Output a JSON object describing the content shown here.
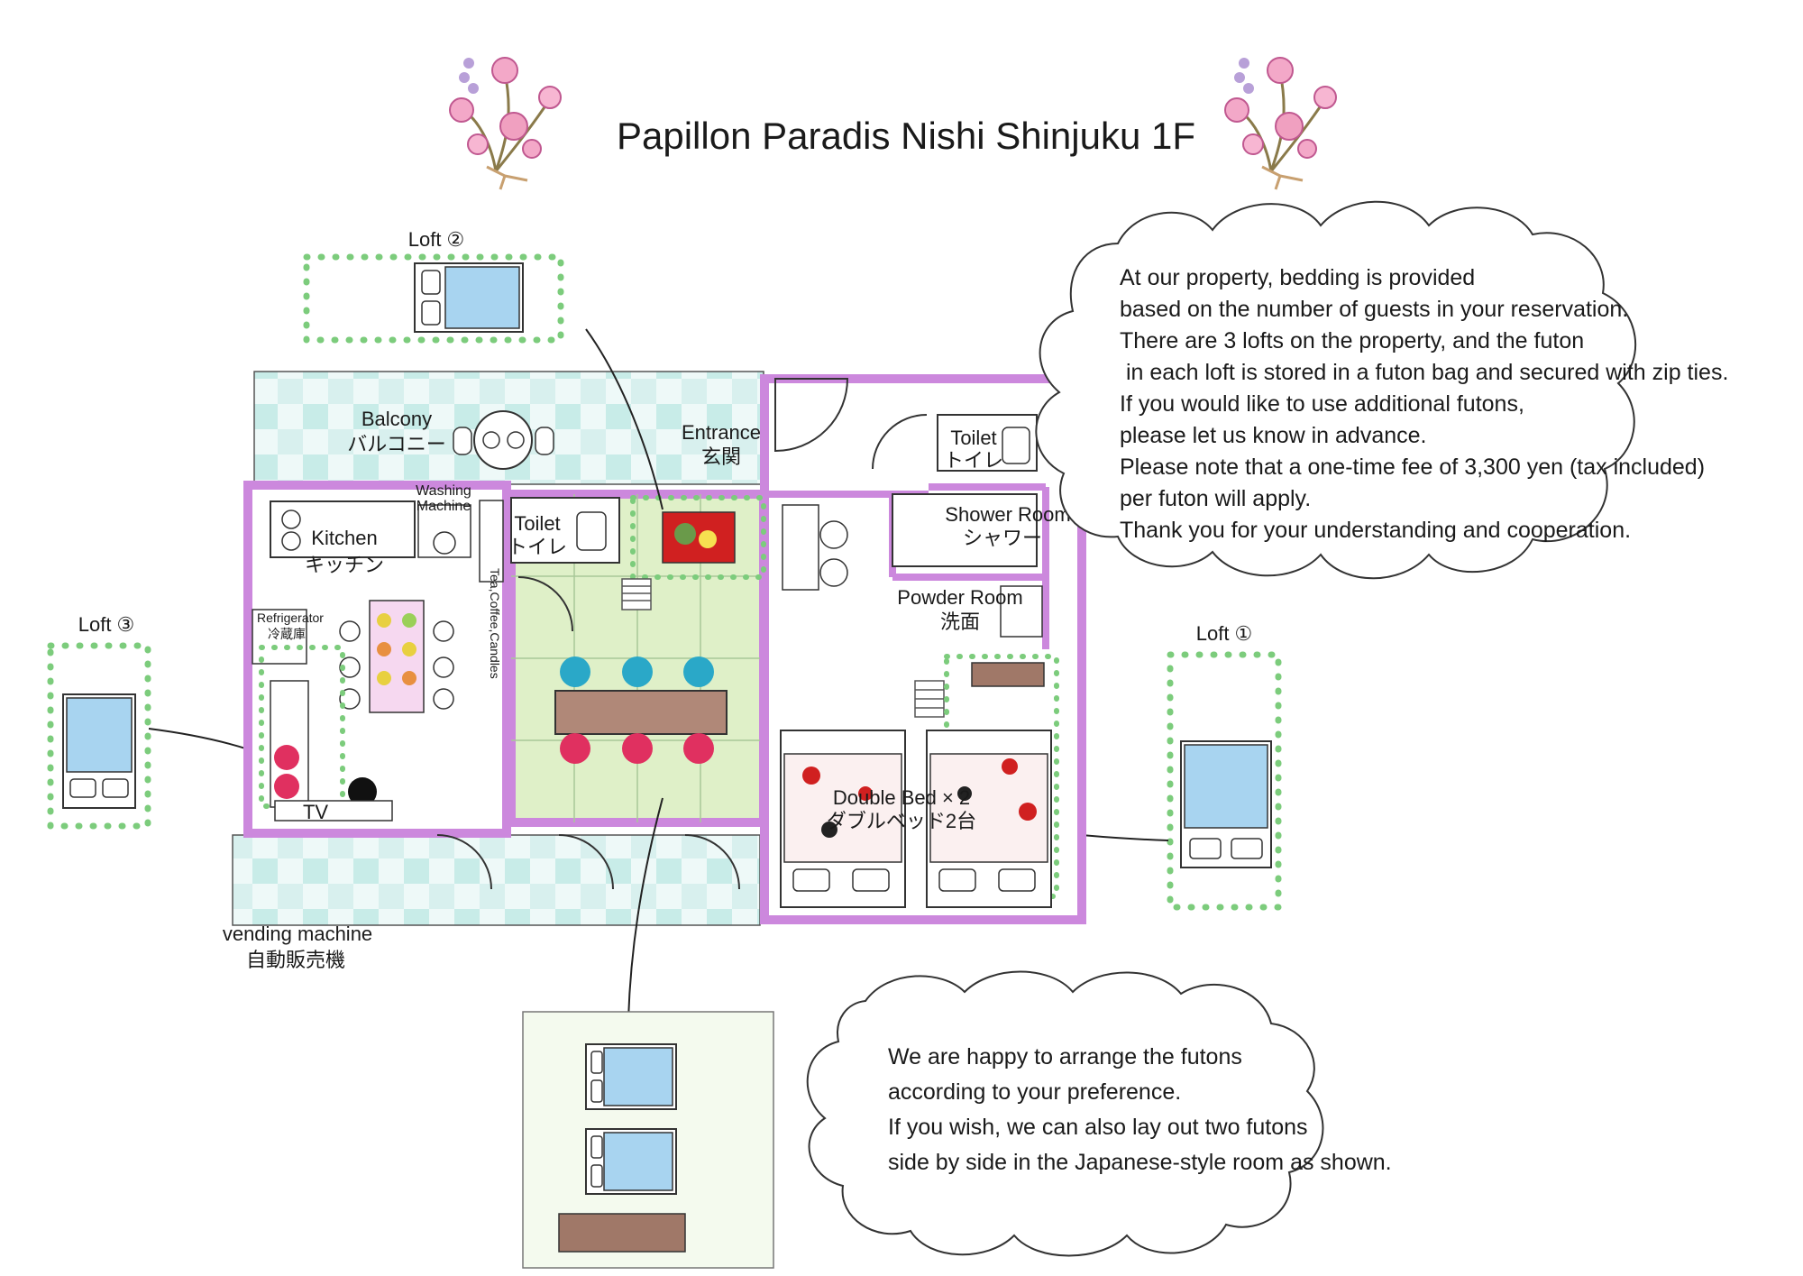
{
  "title": "Papillon Paradis Nishi Shinjuku 1F",
  "lofts": {
    "loft1": "Loft ①",
    "loft2": "Loft ②",
    "loft3": "Loft ③"
  },
  "rooms": {
    "balcony_en": "Balcony",
    "balcony_jp": "バルコニー",
    "entrance_en": "Entrance",
    "entrance_jp": "玄関",
    "toilet1_en": "Toilet",
    "toilet1_jp": "トイレ",
    "toilet2_en": "Toilet",
    "toilet2_jp": "トイレ",
    "washing_line1": "Washing",
    "washing_line2": "Machine",
    "kitchen_en": "Kitchen",
    "kitchen_jp": "キッチン",
    "shower_en": "Shower Room",
    "shower_jp": "シャワー",
    "powder_en": "Powder Room",
    "powder_jp": "洗面",
    "refrigerator_en": "Refrigerator",
    "refrigerator_jp": "冷蔵庫",
    "tea": "Tea,Coffee,Candles",
    "tv": "TV",
    "double_bed_en": "Double Bed × 2",
    "double_bed_jp": "ダブルベッド2台",
    "vending_en": "vending machine",
    "vending_jp": "自動販売機"
  },
  "note_top": [
    "At our property, bedding is provided",
    "based on the number of guests in your reservation.",
    "There are 3 lofts on the property, and the futon",
    " in each loft is stored in a futon bag and secured with zip ties.",
    "If you would like to use additional futons,",
    "please let us know in advance.",
    "Please note that a one-time fee of 3,300 yen (tax included)",
    "per futon will apply.",
    "Thank you for your understanding and cooperation."
  ],
  "note_bottom": [
    "We are happy to arrange the futons",
    "according to your preference.",
    "If you wish, we can also lay out two futons",
    "side by side in the Japanese-style room as shown."
  ],
  "colors": {
    "wall": "#cc88dd",
    "dots": "#7ccc7c",
    "tatami": "#dff0c8",
    "futon": "#a8d4f0",
    "cushion_blue": "#2aa8c8",
    "cushion_red": "#e03060",
    "tile": "#c8ece8"
  }
}
